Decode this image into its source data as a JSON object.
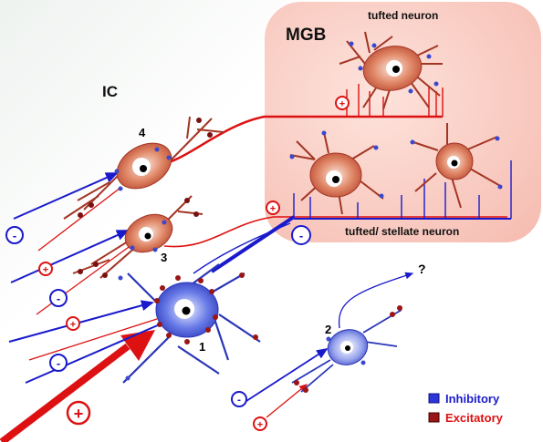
{
  "labels": {
    "mgb": "MGB",
    "ic": "IC",
    "tufted_neuron": "tufted neuron",
    "tufted_stellate_neuron": "tufted/ stellate neuron",
    "question": "?"
  },
  "neuron_numbers": [
    "1",
    "2",
    "3",
    "4"
  ],
  "signs": {
    "plus": "+",
    "minus": "-"
  },
  "legend": {
    "items": [
      {
        "label": "Inhibitory",
        "color": "#1a1acc"
      },
      {
        "label": "Excitatory",
        "color": "#cc1111"
      }
    ]
  },
  "colors": {
    "inhibitory": "#1a1acc",
    "excitatory": "#dd1111",
    "mgb_region": "#f9c9c0",
    "neuron_red": "#b84a3a",
    "neuron_blue": "#3a4ac8"
  }
}
